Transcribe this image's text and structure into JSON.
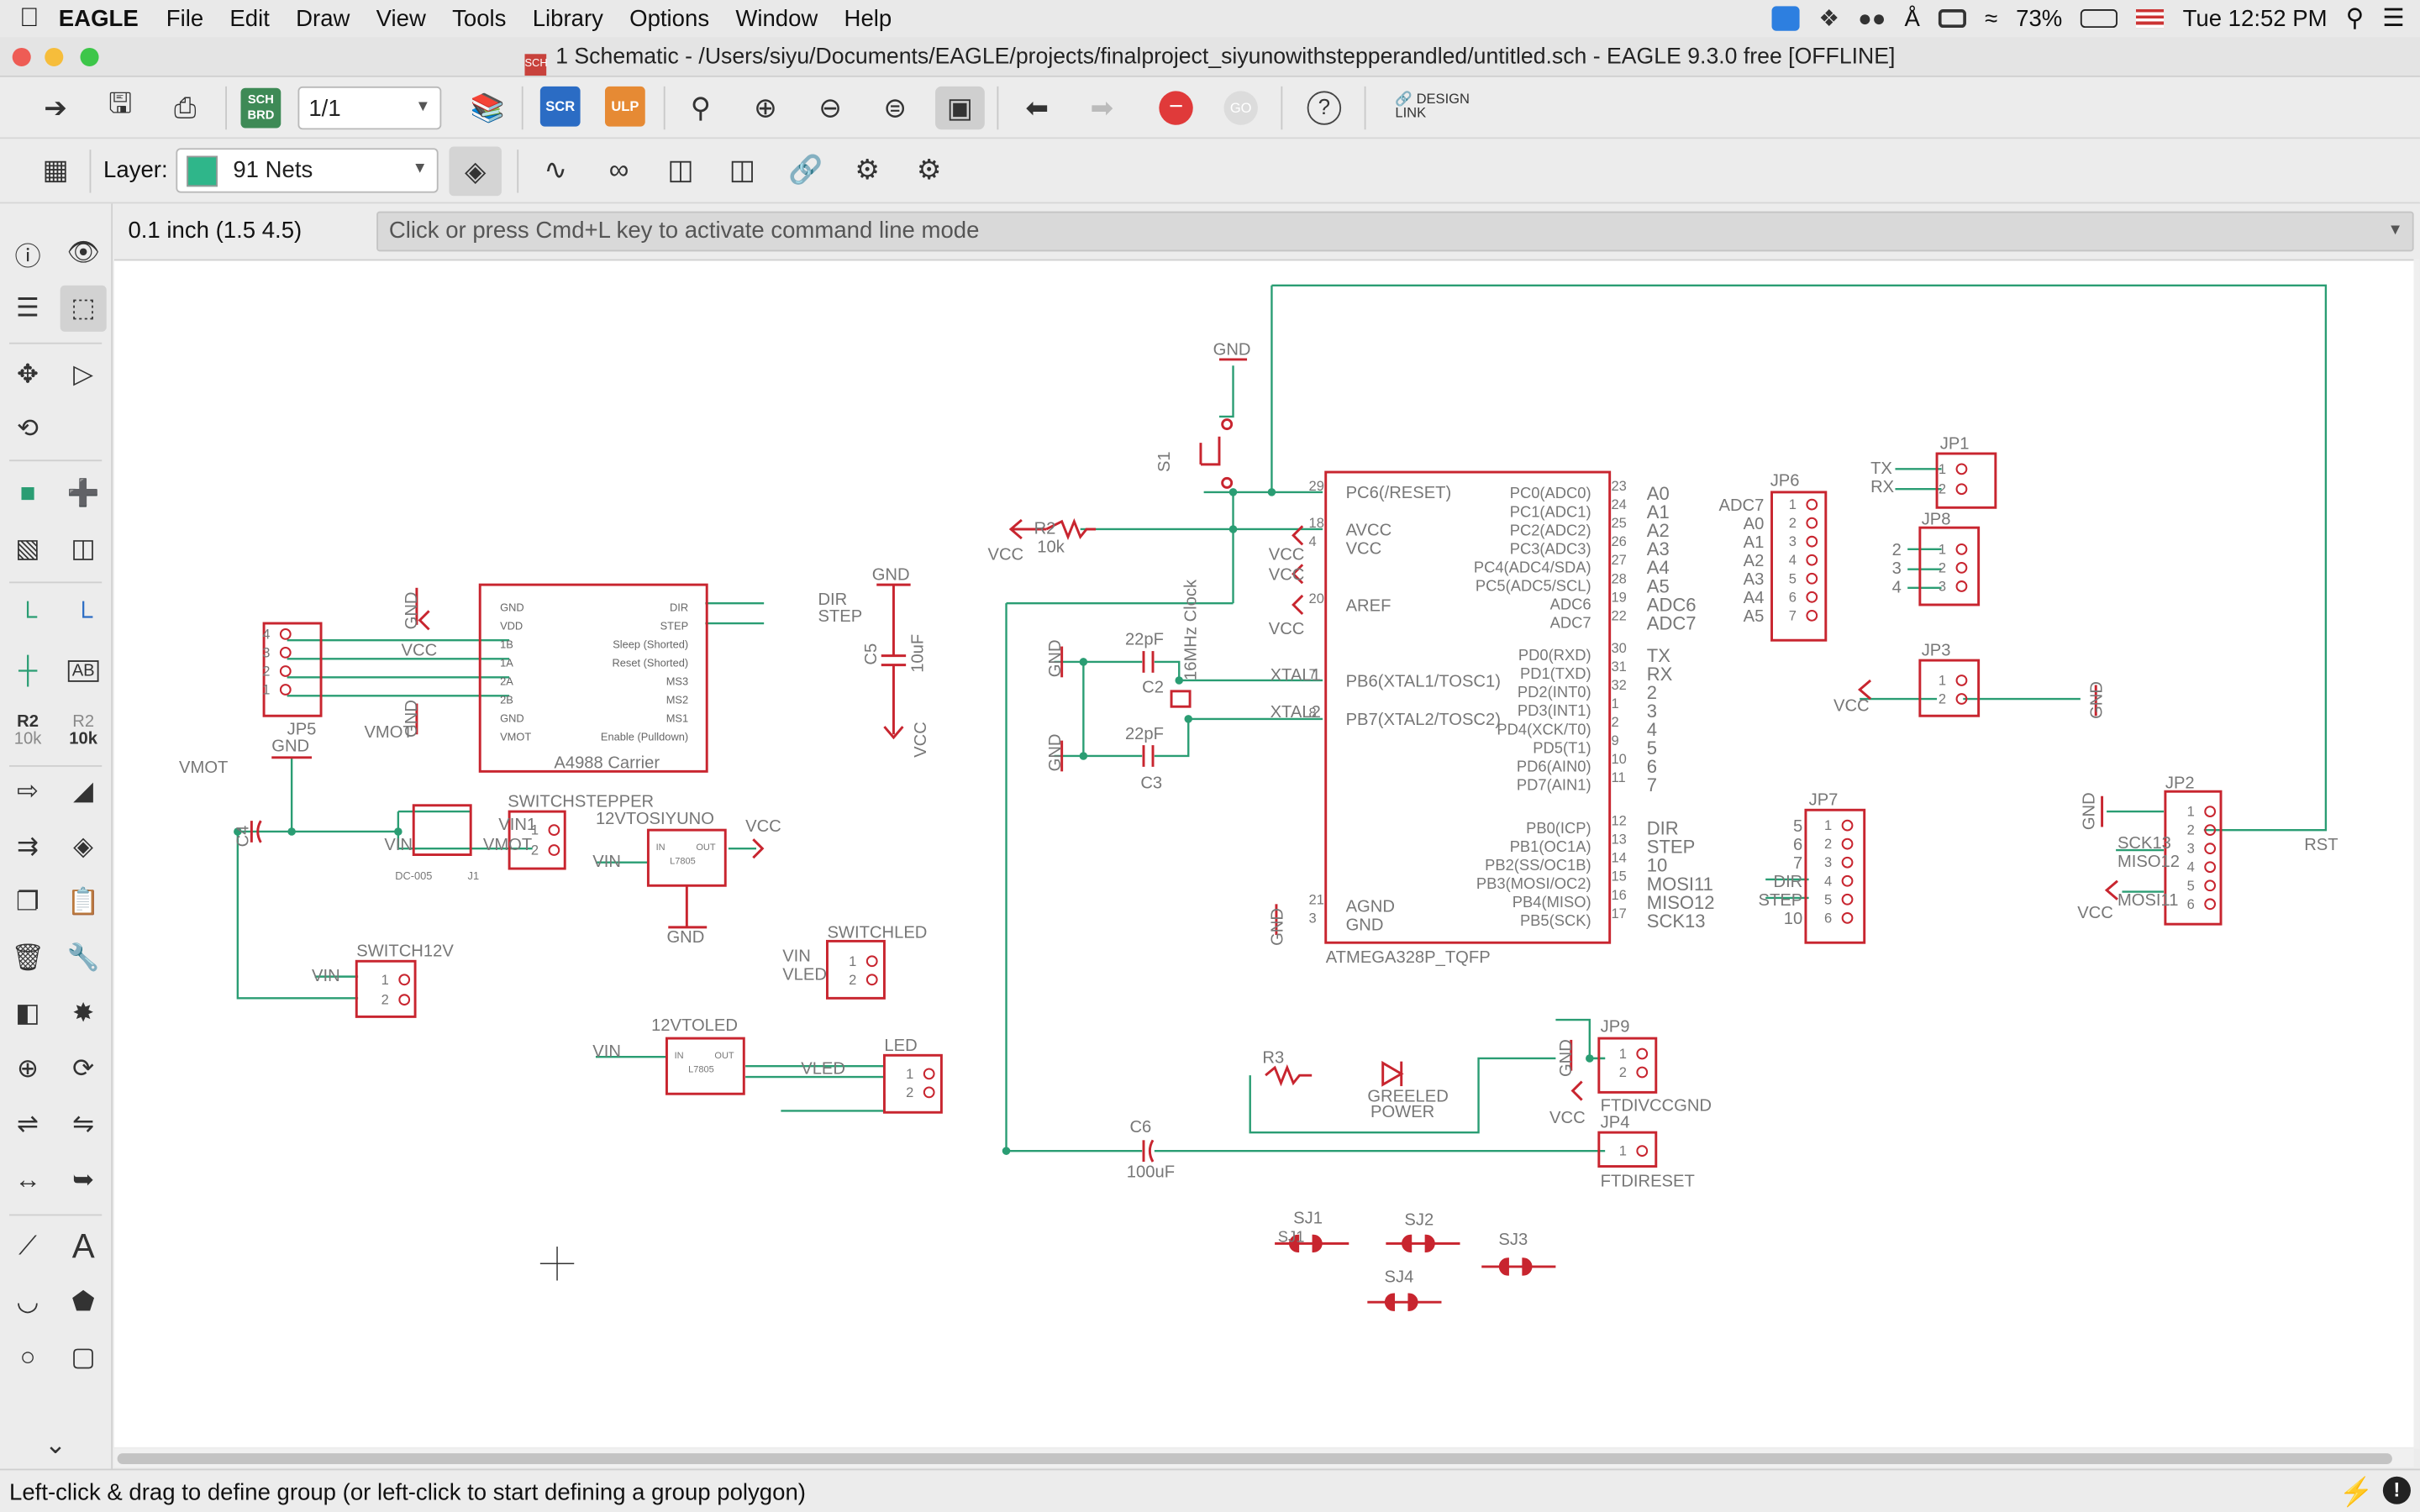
{
  "menubar": {
    "app_name": "EAGLE",
    "items": [
      "File",
      "Edit",
      "Draw",
      "View",
      "Tools",
      "Library",
      "Options",
      "Window",
      "Help"
    ],
    "battery": "73%",
    "clock": "Tue 12:52 PM"
  },
  "window": {
    "title": "1 Schematic - /Users/siyu/Documents/EAGLE/projects/finalproject_siyunowithstepperandled/untitled.sch - EAGLE 9.3.0 free [OFFLINE]"
  },
  "toolbar": {
    "sheet_select": "1/1",
    "sch_brd_label": "SCH BRD",
    "scr_label": "SCR",
    "ulp_label": "ULP",
    "design_link_label": "DESIGN LINK",
    "help_label": "?",
    "go_label": "GO"
  },
  "toolbar2": {
    "layer_label": "Layer:",
    "layer_value": "91 Nets",
    "layer_color": "#2fb68a"
  },
  "command": {
    "coordinate": "0.1 inch (1.5 4.5)",
    "placeholder": "Click or press Cmd+L key to activate command line mode"
  },
  "tools": {
    "value_label_top": "R2",
    "value_label_bottom": "10k",
    "value_label_top2": "R2",
    "value_label_bottom2": "10k",
    "text_tool": "A",
    "label_tool": "AB"
  },
  "schematic": {
    "colors": {
      "symbol": "#c8252f",
      "net": "#2a9d73",
      "text": "#777777"
    },
    "mcu": {
      "name": "ATMEGA328P_TQFP",
      "left_pins": [
        {
          "num": "29",
          "name": "PC6(/RESET)"
        },
        {
          "num": "18",
          "name": "AVCC"
        },
        {
          "num": "4",
          "name": "VCC"
        },
        {
          "num": "20",
          "name": "AREF"
        },
        {
          "num": "7",
          "name": "PB6(XTAL1/TOSC1)"
        },
        {
          "num": "8",
          "name": "PB7(XTAL2/TOSC2)"
        },
        {
          "num": "21",
          "name": "AGND"
        },
        {
          "num": "3",
          "name": "GND"
        }
      ],
      "right_pins": [
        {
          "num": "23",
          "name": "PC0(ADC0)",
          "net": "A0"
        },
        {
          "num": "24",
          "name": "PC1(ADC1)",
          "net": "A1"
        },
        {
          "num": "25",
          "name": "PC2(ADC2)",
          "net": "A2"
        },
        {
          "num": "26",
          "name": "PC3(ADC3)",
          "net": "A3"
        },
        {
          "num": "27",
          "name": "PC4(ADC4/SDA)",
          "net": "A4"
        },
        {
          "num": "28",
          "name": "PC5(ADC5/SCL)",
          "net": "A5"
        },
        {
          "num": "19",
          "name": "ADC6",
          "net": "ADC6"
        },
        {
          "num": "22",
          "name": "ADC7",
          "net": "ADC7"
        },
        {
          "num": "30",
          "name": "PD0(RXD)",
          "net": "TX"
        },
        {
          "num": "31",
          "name": "PD1(TXD)",
          "net": "RX"
        },
        {
          "num": "32",
          "name": "PD2(INT0)",
          "net": "2"
        },
        {
          "num": "1",
          "name": "PD3(INT1)",
          "net": "3"
        },
        {
          "num": "2",
          "name": "PD4(XCK/T0)",
          "net": "4"
        },
        {
          "num": "9",
          "name": "PD5(T1)",
          "net": "5"
        },
        {
          "num": "10",
          "name": "PD6(AIN0)",
          "net": "6"
        },
        {
          "num": "11",
          "name": "PD7(AIN1)",
          "net": "7"
        },
        {
          "num": "12",
          "name": "PB0(ICP)",
          "net": "DIR"
        },
        {
          "num": "13",
          "name": "PB1(OC1A)",
          "net": "STEP"
        },
        {
          "num": "14",
          "name": "PB2(SS/OC1B)",
          "net": "10"
        },
        {
          "num": "15",
          "name": "PB3(MOSI/OC2)",
          "net": "MOSI11"
        },
        {
          "num": "16",
          "name": "PB4(MISO)",
          "net": "MISO12"
        },
        {
          "num": "17",
          "name": "PB5(SCK)",
          "net": "SCK13"
        }
      ]
    },
    "labels": {
      "gnd": "GND",
      "vcc": "VCC",
      "vin": "VIN",
      "vmot": "VMOT",
      "vled": "VLED",
      "rst": "RST",
      "xtal1": "XTAL1",
      "xtal2": "XTAL2",
      "r2": "R2",
      "r2_val": "10k",
      "r3": "R3",
      "s1": "S1",
      "c22pf": "22pF",
      "c3": "C3",
      "c2": "C2",
      "c4": "C4",
      "c5": "C5",
      "c5_val": "10uF",
      "c6": "C6",
      "c6_val": "100uF",
      "crystal": "16MHz Clock",
      "a4988": "A4988 Carrier",
      "jp5": "JP5",
      "dir": "DIR",
      "step": "STEP",
      "switchstepper": "SWITCHSTEPPER",
      "vin1": "VIN1",
      "vmot2": "VMOT",
      "reg12": "12VTOSIYUNO",
      "reg12led": "12VTOLED",
      "switch12v": "SWITCH12V",
      "switchled": "SWITCHLED",
      "led": "LED",
      "dc005": "DC-005",
      "j1": "J1",
      "greenled": "GREELED",
      "power": "POWER",
      "jp1": "JP1",
      "jp2": "JP2",
      "jp3": "JP3",
      "jp4": "JP4",
      "jp6": "JP6",
      "jp7": "JP7",
      "jp8": "JP8",
      "jp9": "JP9",
      "ftdi_vccgnd": "FTDIVCCGND",
      "ftdi_reset": "FTDIRESET",
      "tx": "TX",
      "rx": "RX",
      "sck13": "SCK13",
      "miso12": "MISO12",
      "mosi11": "MOSI11",
      "adc6": "ADC6",
      "adc7": "ADC7",
      "sj1": "SJ1",
      "sj2": "SJ2",
      "sj3": "SJ3",
      "sj4": "SJ4",
      "in": "IN",
      "out": "OUT",
      "l7805": "L7805"
    },
    "jp6_nets": [
      "ADC7",
      "A0",
      "A1",
      "A2",
      "A3",
      "A4",
      "A5"
    ],
    "jp7_nets": [
      "5",
      "6",
      "7",
      "DIR",
      "STEP",
      "10"
    ],
    "jp8_nets": [
      "2",
      "3",
      "4"
    ],
    "a4988_left": [
      "GND",
      "VDD",
      "1B",
      "1A",
      "2A",
      "2B",
      "GND",
      "VMOT"
    ],
    "a4988_right": [
      "DIR",
      "STEP",
      "Sleep (Shorted)",
      "Reset (Shorted)",
      "MS3",
      "MS2",
      "MS1",
      "Enable (Pulldown)"
    ]
  },
  "status": {
    "message": "Left-click & drag to define group (or left-click to start defining a group polygon)"
  }
}
